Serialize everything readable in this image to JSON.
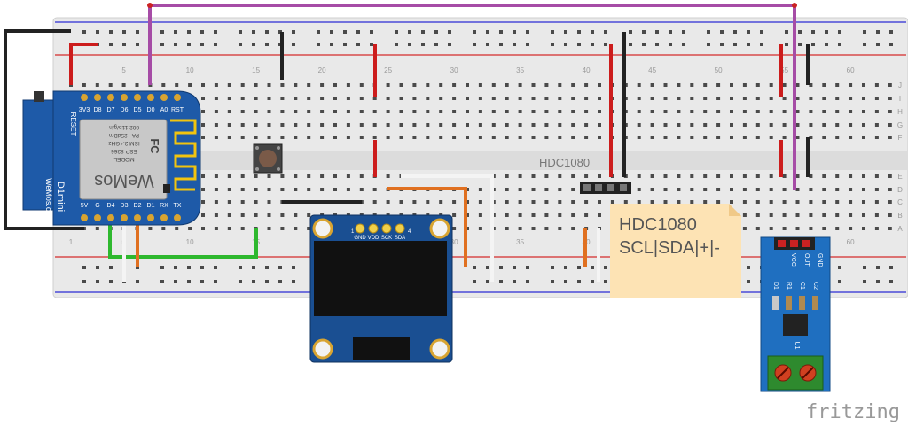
{
  "breadboard": {
    "column_numbers": [
      "1",
      "5",
      "10",
      "15",
      "20",
      "25",
      "30",
      "35",
      "40",
      "45",
      "50",
      "55",
      "60"
    ],
    "row_letters_top": [
      "J",
      "I",
      "H",
      "G",
      "F"
    ],
    "row_letters_bottom": [
      "E",
      "D",
      "C",
      "B",
      "A"
    ],
    "label": "HDC1080"
  },
  "d1mini": {
    "top_pins": [
      "3V3",
      "D8",
      "D7",
      "D6",
      "D5",
      "D0",
      "A0",
      "RST"
    ],
    "bottom_pins": [
      "5V",
      "G",
      "D4",
      "D3",
      "D2",
      "D1",
      "RX",
      "TX"
    ],
    "reset_label": "RESET",
    "side_label_1": "D1mini",
    "side_label_2": "WeMos.cc",
    "brand": "WeMos",
    "chip_lines": [
      "802.11b/g/n",
      "PA +25dBm",
      "ISM 2.4GHz",
      "ESP-8266",
      "MODEL"
    ],
    "fcc": "FC"
  },
  "oled": {
    "pins": [
      "GND",
      "VDD",
      "SCK",
      "SDA"
    ],
    "pin_num_left": "1",
    "pin_num_right": "4"
  },
  "note": {
    "line1": "HDC1080",
    "line2": "SCL|SDA|+|-"
  },
  "sensor": {
    "pins": [
      "GND",
      "OUT",
      "VCC"
    ],
    "parts": [
      "D1",
      "R1",
      "C1",
      "C2"
    ],
    "chip": "U1"
  },
  "logo": "fritzing",
  "colors": {
    "board": "#e6e6e6",
    "rail_red": "#d33",
    "rail_blue": "#33d",
    "wire_red": "#cc1c1c",
    "wire_black": "#222222",
    "wire_purple": "#a64ca6",
    "wire_green": "#2eb82e",
    "wire_orange": "#e07020",
    "wire_white": "#f2f2f2",
    "d1_blue": "#1e5aa8",
    "oled_blue": "#1a4f92",
    "sensor_blue": "#1f6fc0",
    "note": "#fde3b4"
  }
}
